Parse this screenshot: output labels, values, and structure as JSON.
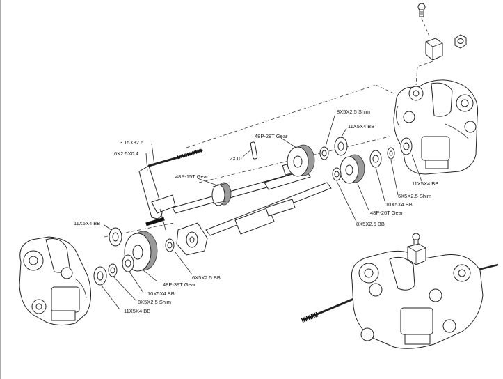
{
  "diagram": {
    "labels": {
      "pin_315x326": "3.15X32.6",
      "pin_6x204": "6X2.5X0.4",
      "pin_2x10": "2X10",
      "gear_48p15t": "48P-15T Gear",
      "gear_48p28t": "48P-28T Gear",
      "shim_8x5x25_top": "8X5X2.5 Shim",
      "bb_11x5x4_top": "11X5X4 BB",
      "bb_11x5x4_right": "11X5X4 BB",
      "shim_6x5x25_right": "6X5X2.5 Shim",
      "bb_10x5x4_right": "10X5X4 BB",
      "gear_48p26t": "48P-26T Gear",
      "bb_8x5x25_right": "8X5X2.5 BB",
      "bb_11x5x4_left": "11X5X4 BB",
      "bb_6x5x25_left": "6X5X2.5 BB",
      "gear_48p39t": "48P-39T Gear",
      "bb_10x5x4_left": "10X5X4 BB",
      "shim_8x5x25_left": "8X5X2.5 Shim",
      "bb_11x5x4_bottom": "11X5X4 BB"
    },
    "colors": {
      "line": "#222222",
      "background": "#ffffff",
      "shaft_dark": "#222222"
    }
  }
}
